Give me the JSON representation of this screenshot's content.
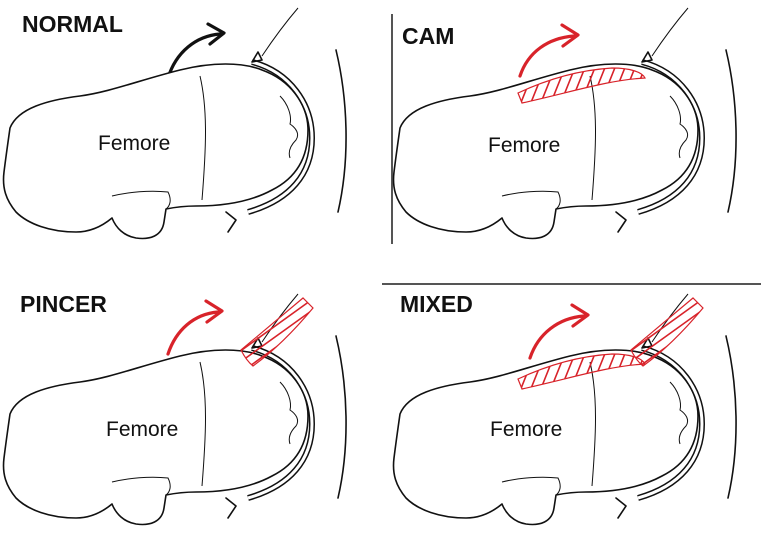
{
  "panels": [
    {
      "id": "normal",
      "title": "NORMAL",
      "femur_label": "Femore",
      "arrow_color": "#111111",
      "cam_lesion": false,
      "pincer_lesion": false
    },
    {
      "id": "cam",
      "title": "CAM",
      "femur_label": "Femore",
      "arrow_color": "#d8232a",
      "cam_lesion": true,
      "pincer_lesion": false
    },
    {
      "id": "pincer",
      "title": "PINCER",
      "femur_label": "Femore",
      "arrow_color": "#d8232a",
      "cam_lesion": false,
      "pincer_lesion": true
    },
    {
      "id": "mixed",
      "title": "MIXED",
      "femur_label": "Femore",
      "arrow_color": "#d8232a",
      "cam_lesion": true,
      "pincer_lesion": true
    }
  ],
  "colors": {
    "lesion": "#d8232a",
    "outline": "#111111",
    "background": "#ffffff"
  }
}
